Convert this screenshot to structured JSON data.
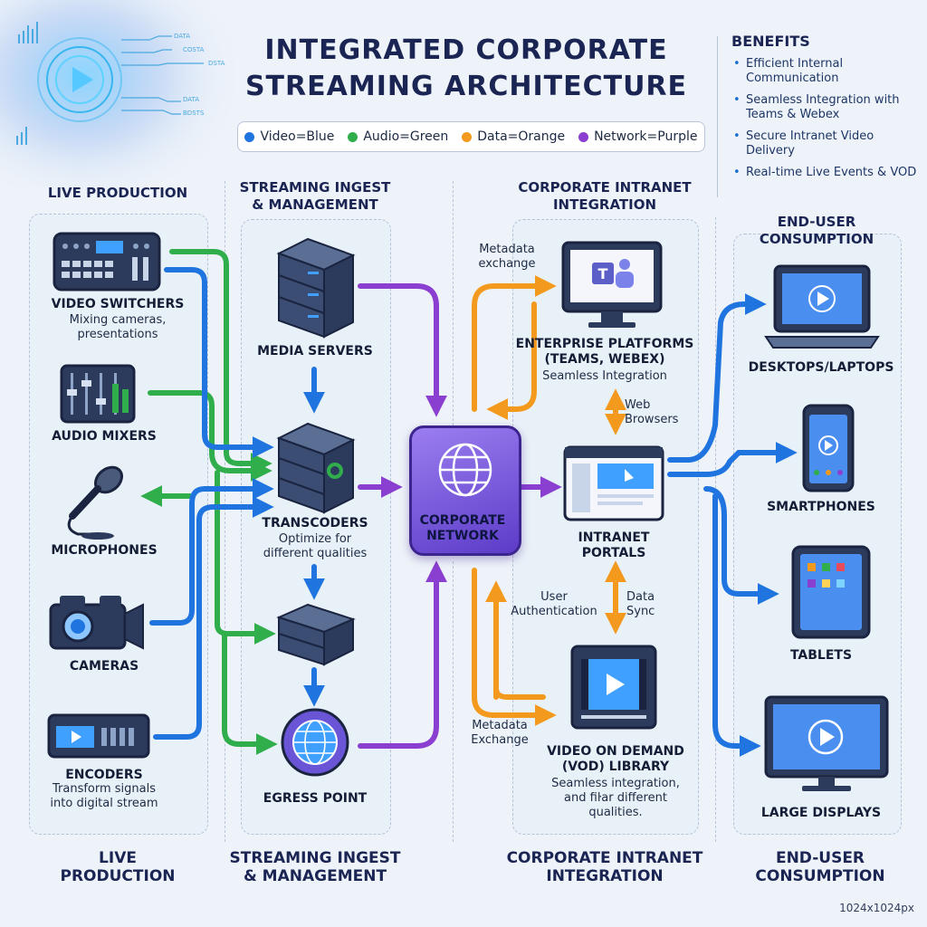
{
  "title": {
    "line1": "INTEGRATED CORPORATE",
    "line2": "STREAMING ARCHITECTURE"
  },
  "legend": [
    {
      "label": "Video=Blue",
      "color": "#1f74e0"
    },
    {
      "label": "Audio=Green",
      "color": "#2fae4b"
    },
    {
      "label": "Data=Orange",
      "color": "#f39a1e"
    },
    {
      "label": "Network=Purple",
      "color": "#8a3fd0"
    }
  ],
  "benefits": {
    "heading": "BENEFITS",
    "items": [
      "Efficient Internal Communication",
      "Seamless Integration with Teams & Webex",
      "Secure Intranet Video Delivery",
      "Real-time Live Events & VOD"
    ]
  },
  "deco_labels": [
    "DATA",
    "COSTA",
    "DSTA",
    "DATA",
    "BDSTS"
  ],
  "columns": {
    "live": {
      "head": "LIVE PRODUCTION",
      "foot_line1": "LIVE",
      "foot_line2": "PRODUCTION"
    },
    "ingest": {
      "head_line1": "STREAMING INGEST",
      "head_line2": "& MANAGEMENT",
      "foot_line1": "STREAMING INGEST",
      "foot_line2": "& MANAGEMENT"
    },
    "intranet": {
      "head_line1": "CORPORATE INTRANET",
      "head_line2": "INTEGRATION",
      "foot_line1": "CORPORATE INTRANET",
      "foot_line2": "INTEGRATION"
    },
    "enduser": {
      "head_line1": "END-USER",
      "head_line2": "CONSUMPTION",
      "foot_line1": "END-USER",
      "foot_line2": "CONSUMPTION"
    }
  },
  "live_nodes": {
    "switchers": {
      "label": "VIDEO SWITCHERS",
      "sub1": "Mixing cameras,",
      "sub2": "presentations",
      "icon": "video-switcher-icon"
    },
    "mixers": {
      "label": "AUDIO MIXERS",
      "icon": "audio-mixer-icon"
    },
    "mics": {
      "label": "MICROPHONES",
      "icon": "microphone-icon"
    },
    "cameras": {
      "label": "CAMERAS",
      "icon": "camera-icon"
    },
    "encoders": {
      "label": "ENCODERS",
      "sub1": "Transform signals",
      "sub2": "into digital stream",
      "icon": "encoder-icon"
    }
  },
  "ingest_nodes": {
    "media": {
      "label": "MEDIA SERVERS",
      "icon": "server-icon"
    },
    "transcoders": {
      "label": "TRANSCODERS",
      "sub1": "Optimize for",
      "sub2": "different qualities",
      "icon": "transcoder-icon"
    },
    "egress": {
      "label": "EGRESS POINT",
      "icon": "globe-icon"
    }
  },
  "network": {
    "line1": "CORPORATE",
    "line2": "NETWORK",
    "icon": "globe-icon"
  },
  "intranet_nodes": {
    "enterprise": {
      "label1": "ENTERPRISE PLATFORMS",
      "label2": "(TEAMS, WEBEX)",
      "sub": "Seamless Integration",
      "icon": "teams-monitor-icon"
    },
    "portals": {
      "label1": "INTRANET",
      "label2": "PORTALS",
      "icon": "browser-window-icon"
    },
    "vod": {
      "label1": "VIDEO ON DEMAND",
      "label2": "(VOD) LIBRARY",
      "sub1": "Seamless integration,",
      "sub2": "and ﬁŀar different",
      "sub3": "qualities.",
      "icon": "video-player-icon"
    }
  },
  "notes": {
    "metadata_top_1": "Metadata",
    "metadata_top_2": "exchange",
    "web_1": "Web",
    "web_2": "Browsers",
    "user_1": "User",
    "user_2": "Authentication",
    "sync_1": "Data",
    "sync_2": "Sync",
    "metadata_bot_1": "Metadata",
    "metadata_bot_2": "Exchange"
  },
  "enduser_nodes": {
    "desktops": {
      "label": "DESKTOPS/LAPTOPS",
      "icon": "laptop-icon"
    },
    "phones": {
      "label": "SMARTPHONES",
      "icon": "smartphone-icon"
    },
    "tablets": {
      "label": "TABLETS",
      "icon": "tablet-icon"
    },
    "displays": {
      "label": "LARGE DISPLAYS",
      "icon": "large-display-icon"
    }
  },
  "size_note": "1024x1024px"
}
